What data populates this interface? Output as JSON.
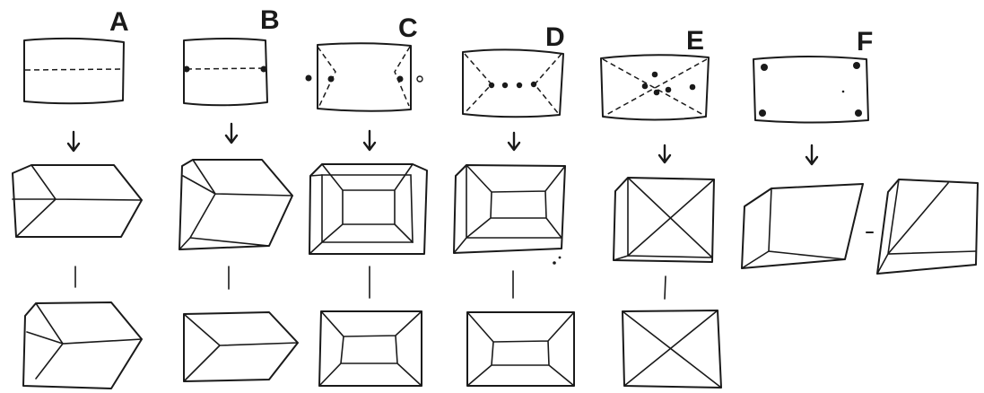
{
  "figure": {
    "labels": [
      "A",
      "B",
      "C",
      "D",
      "E",
      "F"
    ],
    "ink_color": "#1a1a1a",
    "background": "#ffffff"
  }
}
